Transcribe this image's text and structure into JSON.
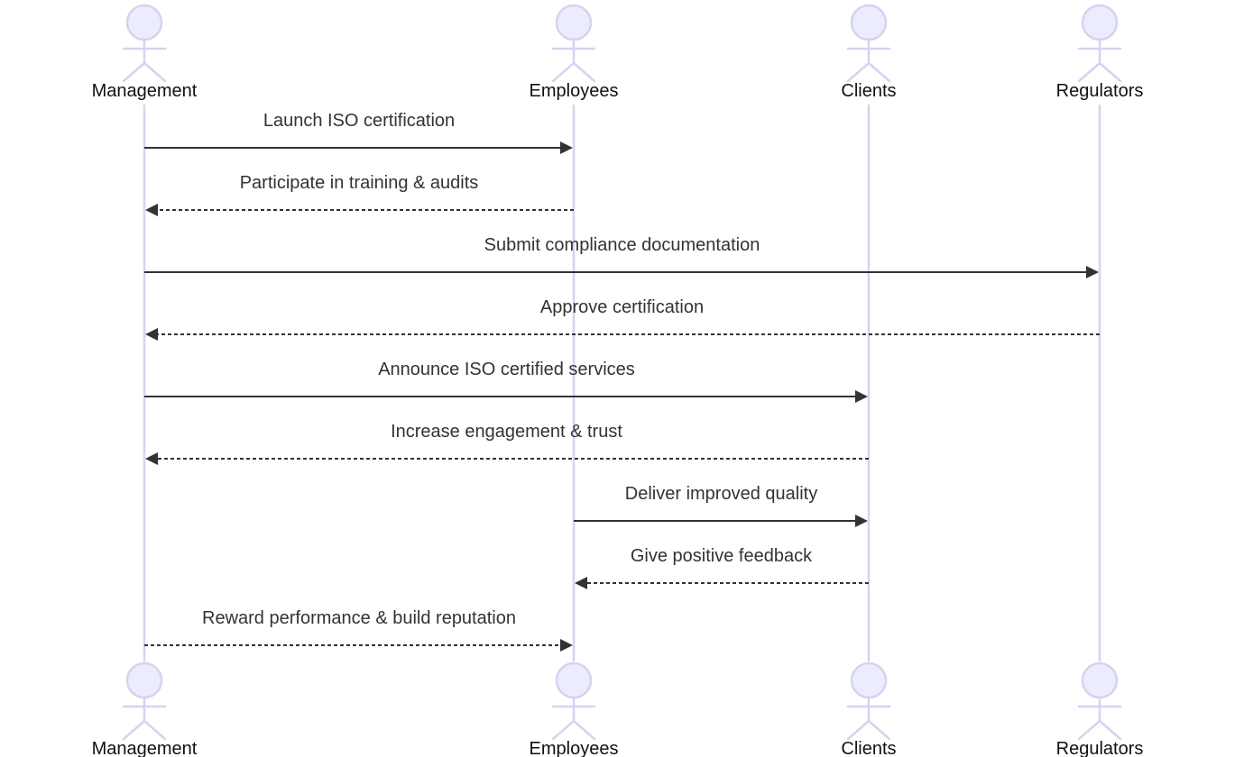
{
  "actors": [
    {
      "id": "management",
      "label": "Management"
    },
    {
      "id": "employees",
      "label": "Employees"
    },
    {
      "id": "clients",
      "label": "Clients"
    },
    {
      "id": "regulators",
      "label": "Regulators"
    }
  ],
  "messages": [
    {
      "from": "management",
      "to": "employees",
      "label": "Launch ISO certification",
      "style": "solid"
    },
    {
      "from": "employees",
      "to": "management",
      "label": "Participate in training & audits",
      "style": "dashed"
    },
    {
      "from": "management",
      "to": "regulators",
      "label": "Submit compliance documentation",
      "style": "solid"
    },
    {
      "from": "regulators",
      "to": "management",
      "label": "Approve certification",
      "style": "dashed"
    },
    {
      "from": "management",
      "to": "clients",
      "label": "Announce ISO certified services",
      "style": "solid"
    },
    {
      "from": "clients",
      "to": "management",
      "label": "Increase engagement & trust",
      "style": "dashed"
    },
    {
      "from": "employees",
      "to": "clients",
      "label": "Deliver improved quality",
      "style": "solid"
    },
    {
      "from": "clients",
      "to": "employees",
      "label": "Give positive feedback",
      "style": "dashed"
    },
    {
      "from": "management",
      "to": "employees",
      "label": "Reward performance & build reputation",
      "style": "dashed"
    }
  ],
  "colors": {
    "actor_fill": "#ECECFF",
    "actor_stroke": "#D7D2F0",
    "message_line": "#333333"
  }
}
